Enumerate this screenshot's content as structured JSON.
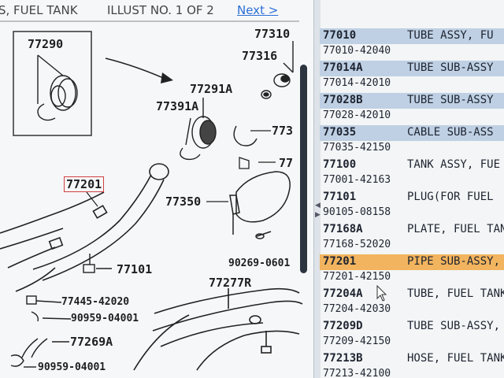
{
  "header": {
    "section": "S, FUEL TANK",
    "illustration_counter": "ILLUST NO. 1 OF 2",
    "next_link": "Next >"
  },
  "diagram_labels": {
    "inset": "77290",
    "p77310": "77310",
    "p77316": "77316",
    "p77291a": "77291A",
    "p77391a": "77391A",
    "p77201": "77201",
    "p773_right": "773",
    "p77_right": "77",
    "p77350": "77350",
    "p77101": "77101",
    "p90269": "90269-0601",
    "p77277r": "77277R",
    "p77445": "77445-42020",
    "p90959a": "90959-04001",
    "p77269a": "77269A",
    "p90959b": "90959-04001"
  },
  "parts": [
    {
      "part_no": "77010",
      "description": "TUBE ASSY, FU",
      "catalog_no": "77010-42040",
      "style": "shaded"
    },
    {
      "part_no": "77014A",
      "description": "TUBE SUB-ASSY",
      "catalog_no": "77014-42010",
      "style": "shaded"
    },
    {
      "part_no": "77028B",
      "description": "TUBE SUB-ASSY",
      "catalog_no": "77028-42010",
      "style": "shaded"
    },
    {
      "part_no": "77035",
      "description": "CABLE SUB-ASS",
      "catalog_no": "77035-42150",
      "style": "shaded"
    },
    {
      "part_no": "77100",
      "description": "TANK ASSY, FUE",
      "catalog_no": "77001-42163",
      "style": "plain"
    },
    {
      "part_no": "77101",
      "description": "PLUG(FOR FUEL",
      "catalog_no": "90105-08158",
      "style": "plain"
    },
    {
      "part_no": "77168A",
      "description": "PLATE, FUEL TAN",
      "catalog_no": "77168-52020",
      "style": "plain"
    },
    {
      "part_no": "77201",
      "description": "PIPE SUB-ASSY,",
      "catalog_no": "77201-42150",
      "style": "selected"
    },
    {
      "part_no": "77204A",
      "description": "TUBE, FUEL TANK",
      "catalog_no": "77204-42030",
      "style": "plain"
    },
    {
      "part_no": "77209D",
      "description": "TUBE SUB-ASSY,",
      "catalog_no": "77209-42150",
      "style": "plain"
    },
    {
      "part_no": "77213B",
      "description": "HOSE, FUEL TANK",
      "catalog_no": "77213-42100",
      "style": "plain"
    }
  ],
  "colors": {
    "row_shaded": "#bfd0e4",
    "row_selected": "#f2b45e",
    "link": "#2b6fd6",
    "callout_box": "#d04040"
  },
  "icons": {
    "splitter_left": "triangle-left-icon",
    "splitter_right": "triangle-right-icon",
    "cursor": "mouse-pointer-icon"
  }
}
